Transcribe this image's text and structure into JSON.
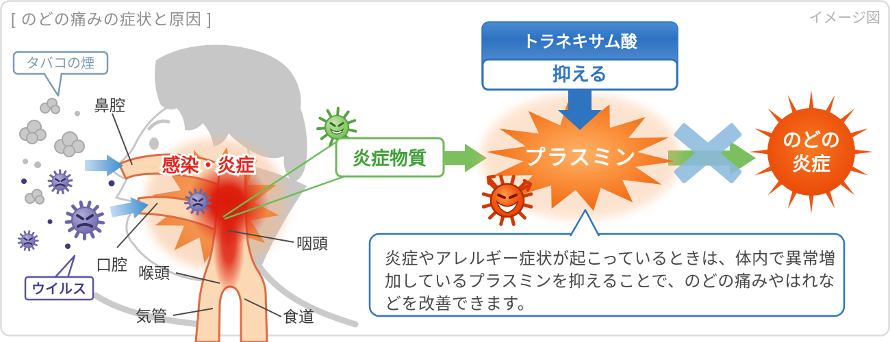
{
  "header": {
    "title": "[ のどの痛みの症状と原因 ]",
    "note": "イメージ図"
  },
  "left": {
    "smoke_bubble": "タバコの煙",
    "virus_bubble": "ウイルス",
    "infection_label": "感染・炎症",
    "anatomy": {
      "nasal_cavity": "鼻腔",
      "oral_cavity": "口腔",
      "pharynx": "咽頭",
      "larynx": "喉頭",
      "trachea": "気管",
      "esophagus": "食道"
    }
  },
  "flow": {
    "inflammatory_substance": "炎症物質",
    "plasmin": "プラスミン",
    "drug_name": "トラネキサム酸",
    "drug_action": "抑える",
    "throat_inflammation_l1": "のどの",
    "throat_inflammation_l2": "炎症"
  },
  "description": {
    "line1": "炎症やアレルギー症状が起こっているときは、体内で異常増",
    "line2": "加しているプラスミンを抑えることで、のどの痛みやはれな",
    "line3": "どを改善できます。"
  },
  "colors": {
    "accent_blue": "#2e74c0",
    "accent_green": "#6cb85a",
    "burst_orange": "#f0711c",
    "sun_red_orange": "#ee5310",
    "alert_red": "#e6251d",
    "virus_purple": "#6b66a9",
    "smoke_gray": "#c9c9c9",
    "frame_gray": "#dcdcdc",
    "bubble_bluegray": "#7d9cb5"
  }
}
